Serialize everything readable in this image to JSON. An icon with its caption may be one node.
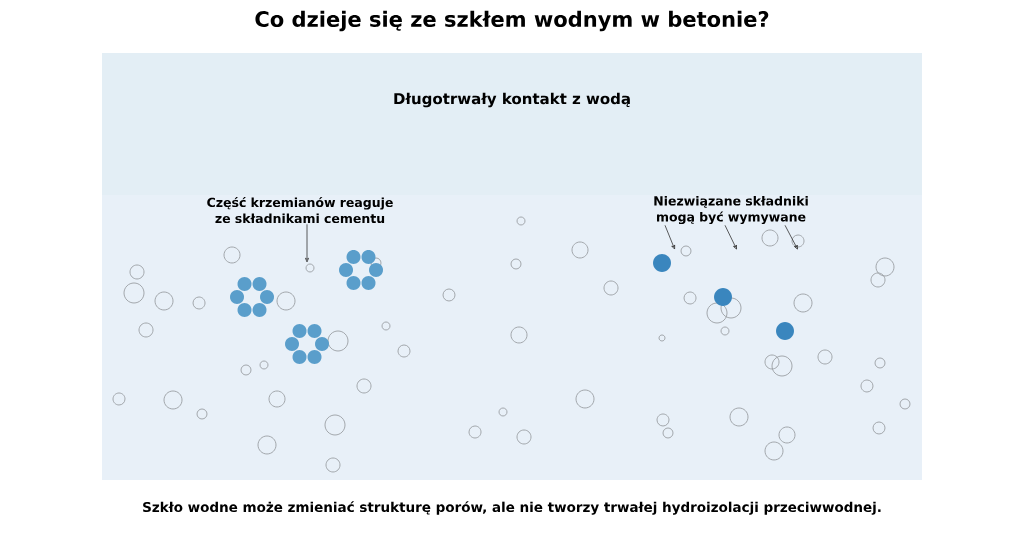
{
  "diagram": {
    "title": "Co dzieje się ze szkłem wodnym w betonie?",
    "caption": "Szkło wodne może zmieniać strukturę porów, ale nie tworzy trwałej hydroizolacji przeciwwodnej.",
    "nodes": [
      {
        "text": [
          "Długotrwały kontakt z wodą"
        ]
      },
      {
        "text": [
          "Część krzemianów reaguje ze składnikami cementu"
        ],
        "in": 0
      },
      {
        "text": [
          "Niezwiązane składniki mogą być wymywane"
        ],
        "in": 0
      }
    ],
    "edges": [
      {
        "from": 1,
        "to": null,
        "arrow": "to"
      },
      {
        "from": 2,
        "to": null,
        "arrow": "to"
      },
      {
        "from": 2,
        "to": null,
        "arrow": "to"
      },
      {
        "from": 2,
        "to": null,
        "arrow": "to"
      }
    ]
  }
}
